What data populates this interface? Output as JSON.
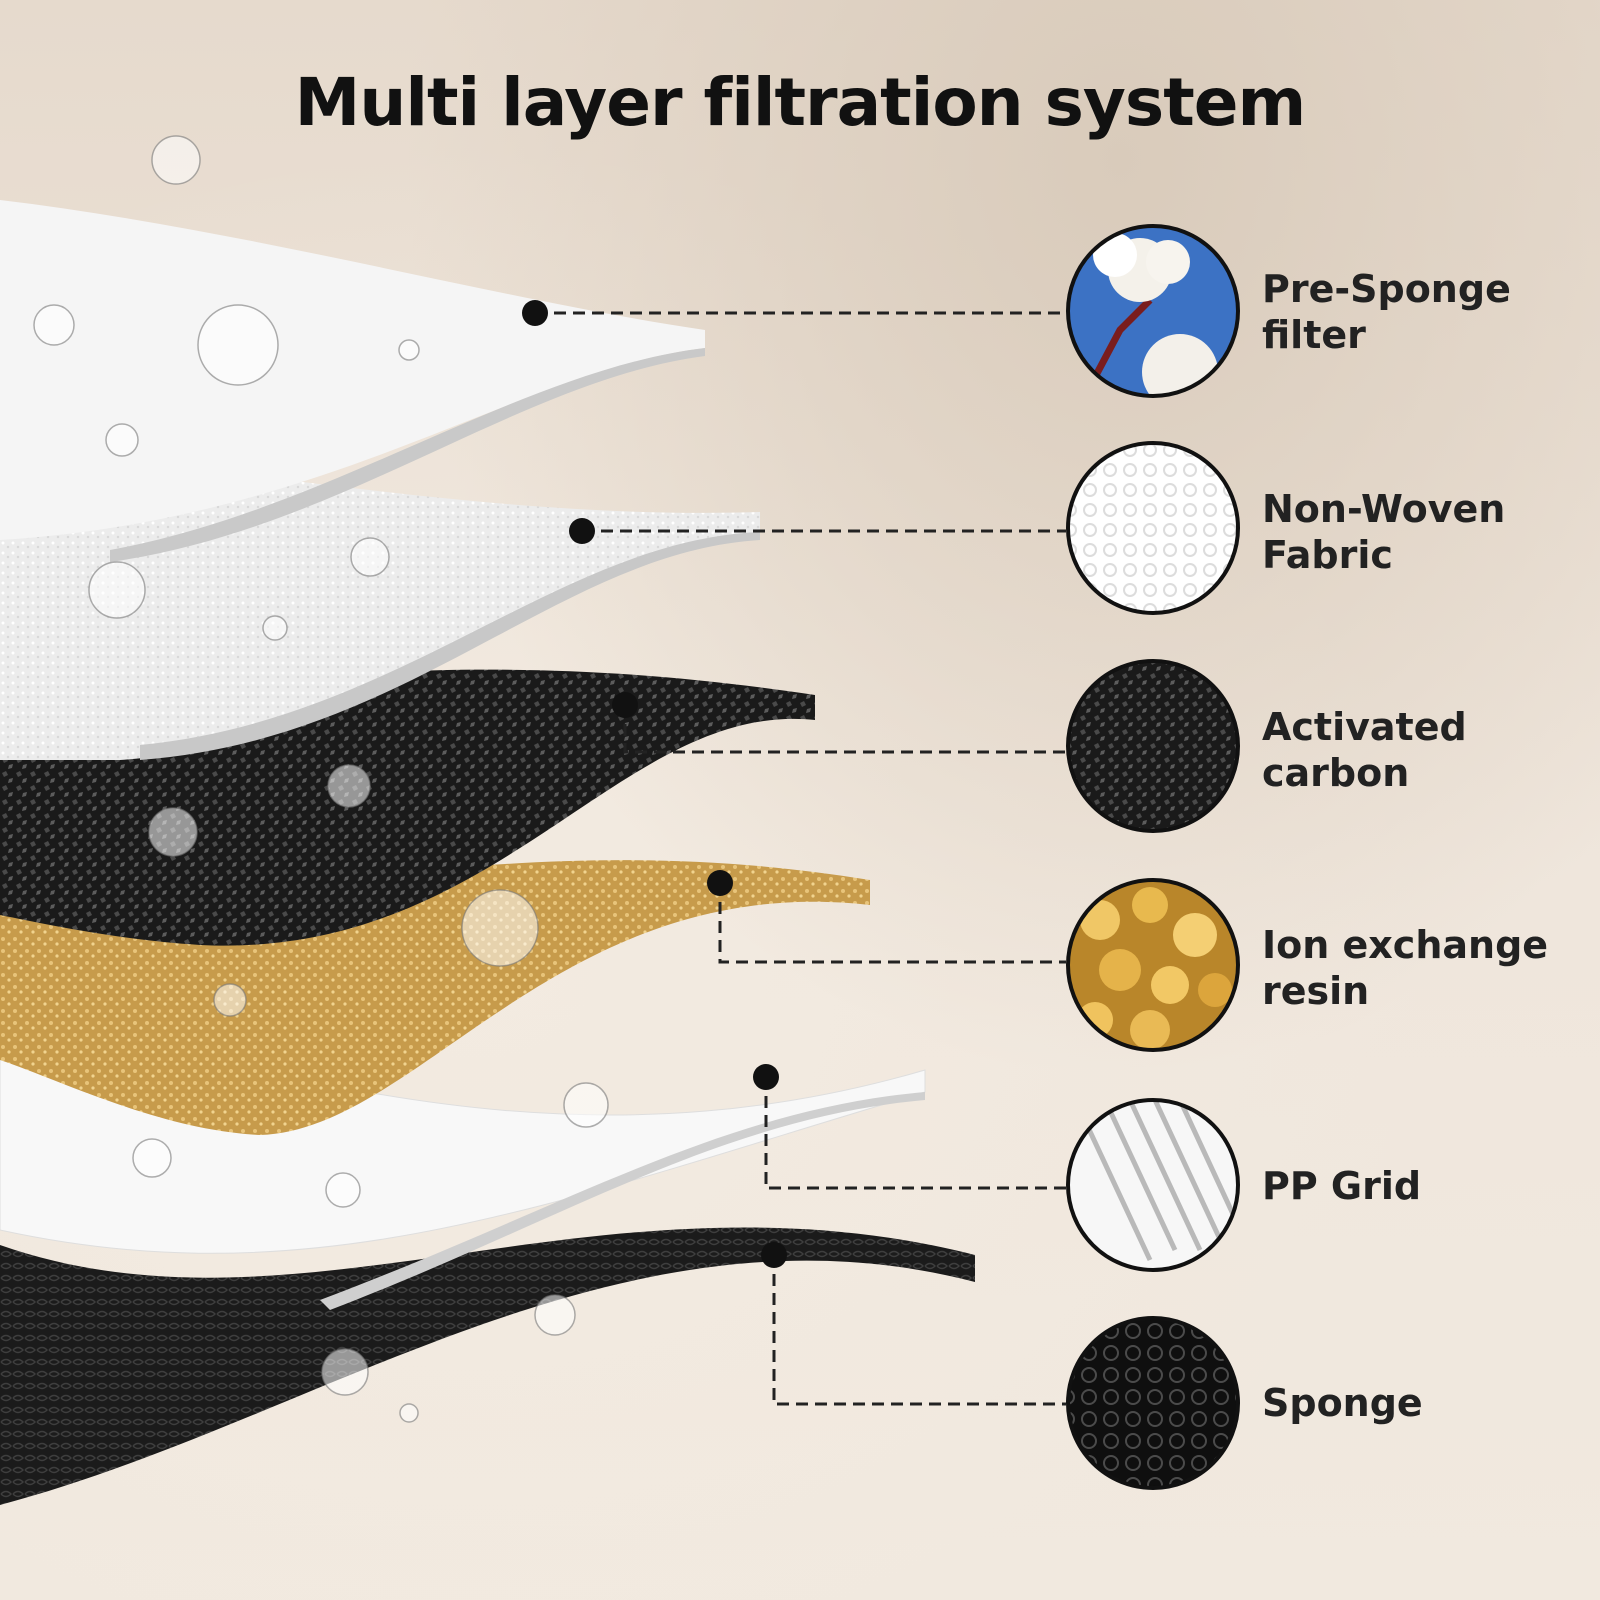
{
  "title": "Multi layer filtration system",
  "layers": [
    {
      "id": "pre-sponge-filter",
      "line1": "Pre-Sponge",
      "line2": "filter",
      "texture": "cotton",
      "icon": "cotton-icon"
    },
    {
      "id": "non-woven-fabric",
      "line1": "Non-Woven",
      "line2": "Fabric",
      "texture": "white-foam",
      "icon": "white-foam-icon"
    },
    {
      "id": "activated-carbon",
      "line1": "Activated",
      "line2": "carbon",
      "texture": "carbon",
      "icon": "carbon-icon"
    },
    {
      "id": "ion-exchange-resin",
      "line1": "Ion exchange",
      "line2": "resin",
      "texture": "resin",
      "icon": "resin-icon"
    },
    {
      "id": "pp-grid",
      "line1": "PP Grid",
      "line2": "",
      "texture": "grid",
      "icon": "pp-grid-icon"
    },
    {
      "id": "sponge",
      "line1": "Sponge",
      "line2": "",
      "texture": "black-sponge",
      "icon": "black-sponge-icon"
    }
  ],
  "colors": {
    "pre_sponge": "#f4f4f4",
    "non_woven": "#e9e9e9",
    "carbon": "#1b1b1b",
    "resin": "#c9a257",
    "pp_grid": "#f7f7f7",
    "sponge": "#1e1e1e",
    "leader": "#222222"
  }
}
